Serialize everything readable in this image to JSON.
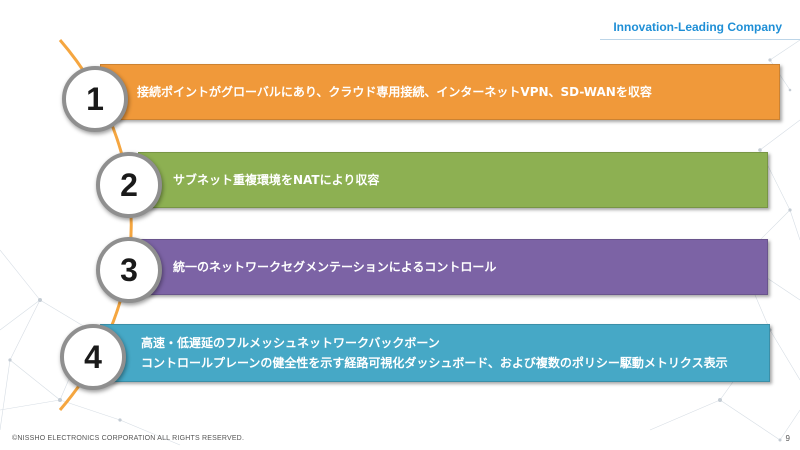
{
  "header": {
    "brand": "Innovation-Leading Company"
  },
  "items": [
    {
      "number": "1",
      "lines": [
        "接続ポイントがグローバルにあり、クラウド専用接続、インターネットVPN、SD-WANを収容"
      ],
      "color": "#f0993a"
    },
    {
      "number": "2",
      "lines": [
        "サブネット重複環境をNATにより収容"
      ],
      "color": "#8db052"
    },
    {
      "number": "3",
      "lines": [
        "統一のネットワークセグメンテーションによるコントロール"
      ],
      "color": "#7c63a5"
    },
    {
      "number": "4",
      "lines": [
        "高速・低遅延のフルメッシュネットワークバックボーン",
        "コントロールプレーンの健全性を示す経路可視化ダッシュボード、および複数のポリシー駆動メトリクス表示"
      ],
      "color": "#46a8c6"
    }
  ],
  "footer": {
    "copyright": "©NISSHO ELECTRONICS CORPORATION ALL RIGHTS RESERVED.",
    "page_number": "9"
  },
  "colors": {
    "arc": "#f5a640",
    "brand": "#1f8fd6",
    "circle_border": "#8f8f8f"
  }
}
